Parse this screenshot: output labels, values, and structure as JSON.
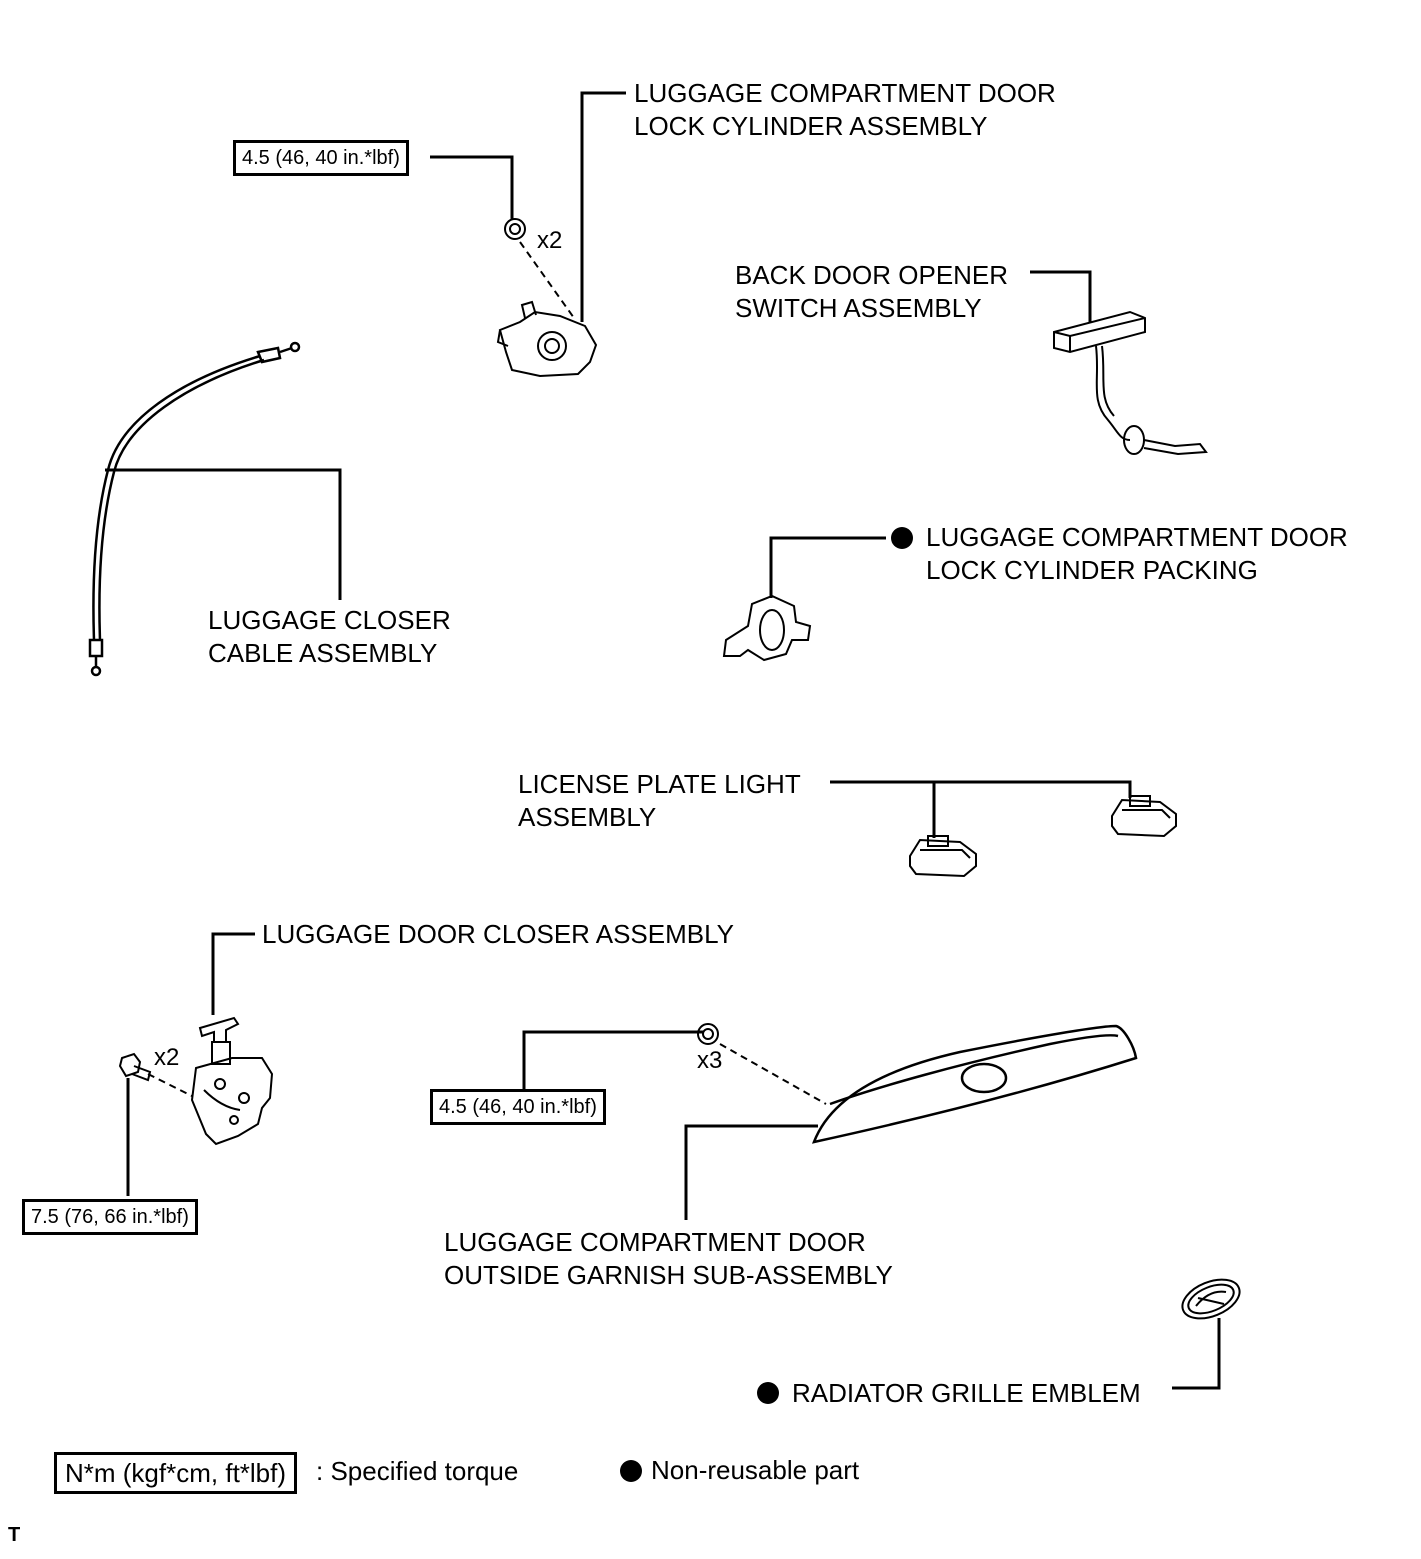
{
  "parts": {
    "lock_cylinder": {
      "line1": "LUGGAGE COMPARTMENT DOOR",
      "line2": "LOCK CYLINDER ASSEMBLY"
    },
    "opener_switch": {
      "line1": "BACK DOOR OPENER",
      "line2": "SWITCH ASSEMBLY"
    },
    "cylinder_packing": {
      "line1": "LUGGAGE COMPARTMENT DOOR",
      "line2": "LOCK CYLINDER PACKING",
      "non_reusable": true
    },
    "closer_cable": {
      "line1": "LUGGAGE CLOSER",
      "line2": "CABLE ASSEMBLY"
    },
    "license_light": {
      "line1": "LICENSE PLATE LIGHT",
      "line2": "ASSEMBLY"
    },
    "door_closer": {
      "line1": "LUGGAGE DOOR CLOSER ASSEMBLY"
    },
    "outside_garnish": {
      "line1": "LUGGAGE COMPARTMENT DOOR",
      "line2": "OUTSIDE GARNISH SUB-ASSEMBLY"
    },
    "grille_emblem": {
      "line1": "RADIATOR GRILLE EMBLEM",
      "non_reusable": true
    }
  },
  "torques": {
    "lock_cylinder_nut": "4.5 (46, 40 in.*lbf)",
    "garnish_nut": "4.5 (46, 40 in.*lbf)",
    "closer_bolt": "7.5 (76, 66 in.*lbf)"
  },
  "quantities": {
    "lock_cylinder_nut": "x2",
    "closer_bolt": "x2",
    "garnish_nut": "x3"
  },
  "legend": {
    "torque_unit": "N*m (kgf*cm, ft*lbf)",
    "torque_desc": ": Specified torque",
    "non_reusable": "Non-reusable part"
  },
  "corner_mark": "T"
}
